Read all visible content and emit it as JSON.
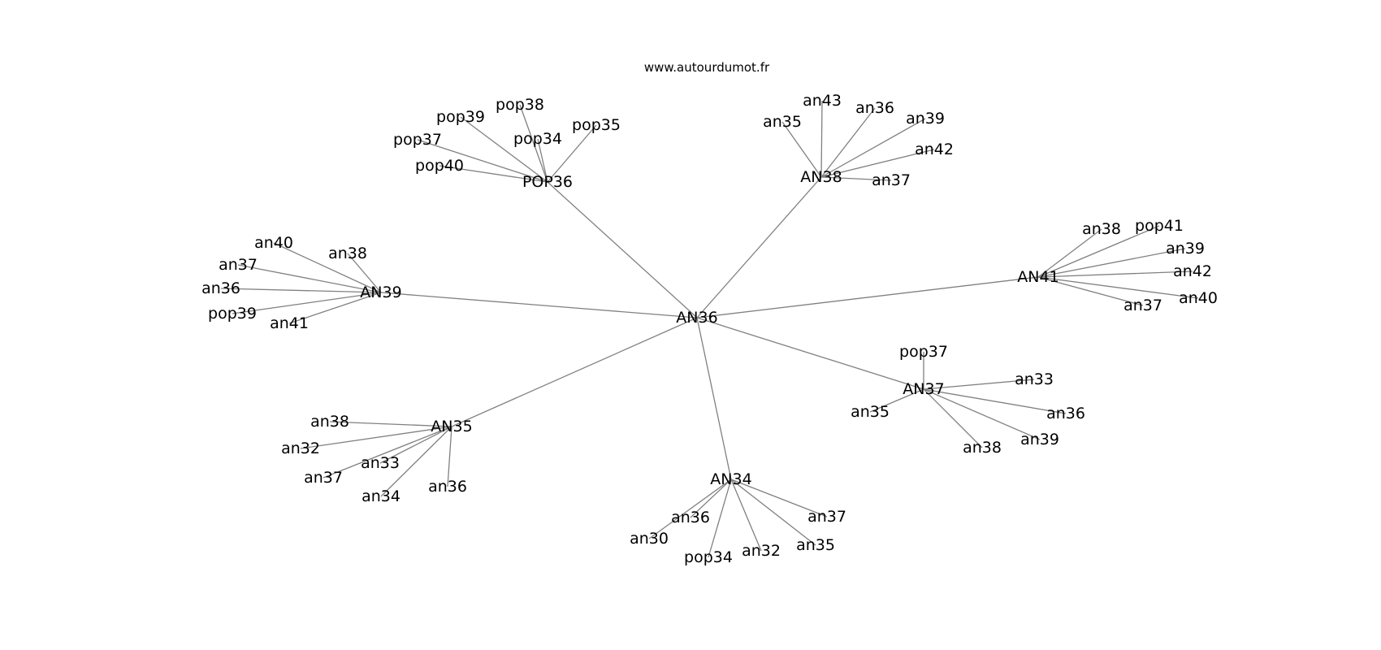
{
  "watermark": "www.autourdumot.fr",
  "graph": {
    "center": "AN36",
    "hubs": [
      {
        "id": "POP36",
        "label": "POP36",
        "leaves": [
          "pop39",
          "pop38",
          "pop37",
          "pop34",
          "pop35",
          "pop40"
        ]
      },
      {
        "id": "AN38",
        "label": "AN38",
        "leaves": [
          "an43",
          "an35",
          "an36",
          "an39",
          "an42",
          "an37"
        ]
      },
      {
        "id": "AN39",
        "label": "AN39",
        "leaves": [
          "an40",
          "an38",
          "an37",
          "an36",
          "pop39",
          "an41"
        ]
      },
      {
        "id": "AN41",
        "label": "AN41",
        "leaves": [
          "an38",
          "pop41",
          "an39",
          "an42",
          "an40",
          "an37"
        ]
      },
      {
        "id": "AN37",
        "label": "AN37",
        "leaves": [
          "pop37",
          "an33",
          "an35",
          "an36",
          "an39",
          "an38"
        ]
      },
      {
        "id": "AN35",
        "label": "AN35",
        "leaves": [
          "an38",
          "an32",
          "an33",
          "an37",
          "an36",
          "an34"
        ]
      },
      {
        "id": "AN34",
        "label": "AN34",
        "leaves": [
          "an36",
          "an37",
          "an30",
          "an35",
          "an32",
          "pop34"
        ]
      }
    ]
  }
}
